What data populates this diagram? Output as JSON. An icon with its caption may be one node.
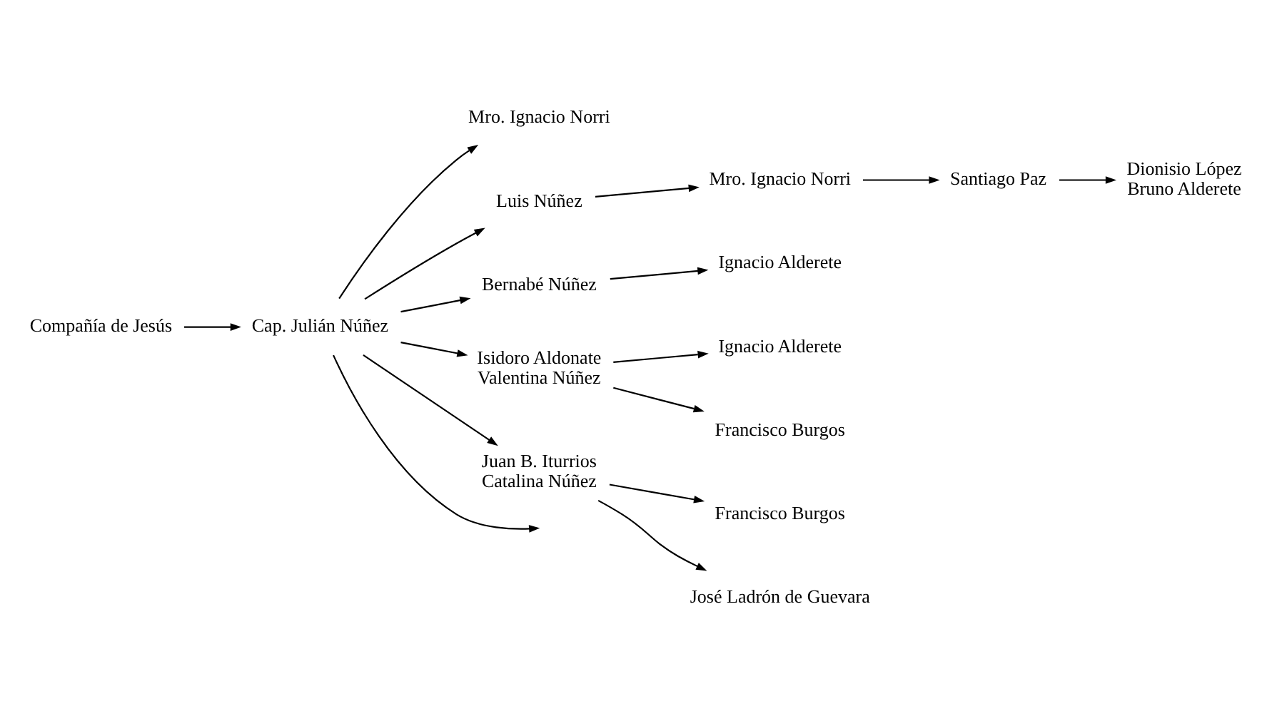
{
  "diagram": {
    "nodes": [
      {
        "text": [
          "Compañía de Jesús"
        ]
      },
      {
        "text": [
          "Cap. Julián Núñez"
        ]
      },
      {
        "text": [
          "Mro. Ignacio Norri"
        ]
      },
      {
        "text": [
          "Luis Núñez"
        ]
      },
      {
        "text": [
          "Mro. Ignacio Norri"
        ]
      },
      {
        "text": [
          "Santiago Paz"
        ]
      },
      {
        "text": [
          "Dionisio López",
          "Bruno Alderete"
        ]
      },
      {
        "text": [
          "Bernabé Núñez"
        ]
      },
      {
        "text": [
          "Ignacio Alderete"
        ]
      },
      {
        "text": [
          "Isidoro Aldonate",
          "Valentina Núñez"
        ]
      },
      {
        "text": [
          "Ignacio Alderete"
        ]
      },
      {
        "text": [
          "Francisco Burgos"
        ]
      },
      {
        "text": [
          "Juan B. Iturrios",
          "Catalina Núñez"
        ]
      },
      {
        "text": [
          "Francisco Burgos"
        ]
      },
      {
        "text": [
          "José Ladrón de Guevara"
        ]
      }
    ],
    "edges": [
      {
        "from": 0,
        "to": 1,
        "arrow": "to"
      },
      {
        "from": 1,
        "to": 2,
        "arrow": "to"
      },
      {
        "from": 1,
        "to": 3,
        "arrow": "to"
      },
      {
        "from": 3,
        "to": 4,
        "arrow": "to"
      },
      {
        "from": 4,
        "to": 5,
        "arrow": "to"
      },
      {
        "from": 5,
        "to": 6,
        "arrow": "to"
      },
      {
        "from": 1,
        "to": 7,
        "arrow": "to"
      },
      {
        "from": 7,
        "to": 8,
        "arrow": "to"
      },
      {
        "from": 1,
        "to": 9,
        "arrow": "to"
      },
      {
        "from": 9,
        "to": 10,
        "arrow": "to"
      },
      {
        "from": 9,
        "to": 11,
        "arrow": "to"
      },
      {
        "from": 1,
        "to": 12,
        "arrow": "to"
      },
      {
        "from": 12,
        "to": 13,
        "arrow": "to"
      },
      {
        "from": 12,
        "to": 14,
        "arrow": "to"
      },
      {
        "from": 1,
        "to": null,
        "arrow": "to"
      }
    ]
  }
}
